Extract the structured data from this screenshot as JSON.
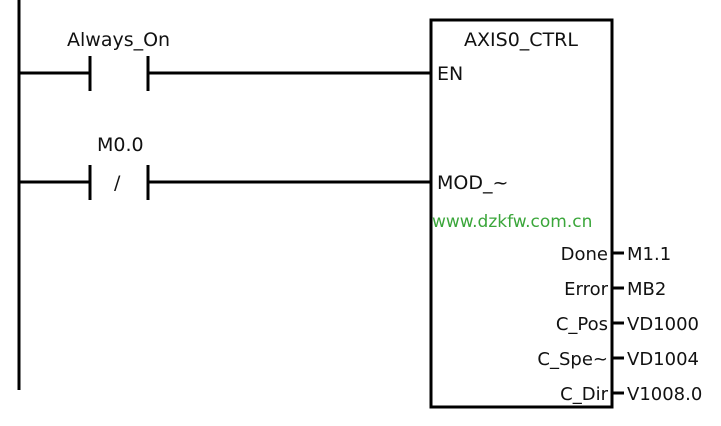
{
  "block": {
    "name": "AXIS0_CTRL",
    "inputs": [
      "EN",
      "MOD_~"
    ],
    "outputs": [
      {
        "pin": "Done",
        "operand": "M1.1"
      },
      {
        "pin": "Error",
        "operand": "MB2"
      },
      {
        "pin": "C_Pos",
        "operand": "VD1000"
      },
      {
        "pin": "C_Spe~",
        "operand": "VD1004"
      },
      {
        "pin": "C_Dir",
        "operand": "V1008.0"
      }
    ]
  },
  "contacts": [
    {
      "label": "Always_On",
      "type": "normally-open",
      "symbol": ""
    },
    {
      "label": "M0.0",
      "type": "normally-closed",
      "symbol": "/"
    }
  ],
  "watermark": "www.dzkfw.com.cn",
  "colors": {
    "line": "#000000",
    "watermark": "#3aa63a"
  }
}
